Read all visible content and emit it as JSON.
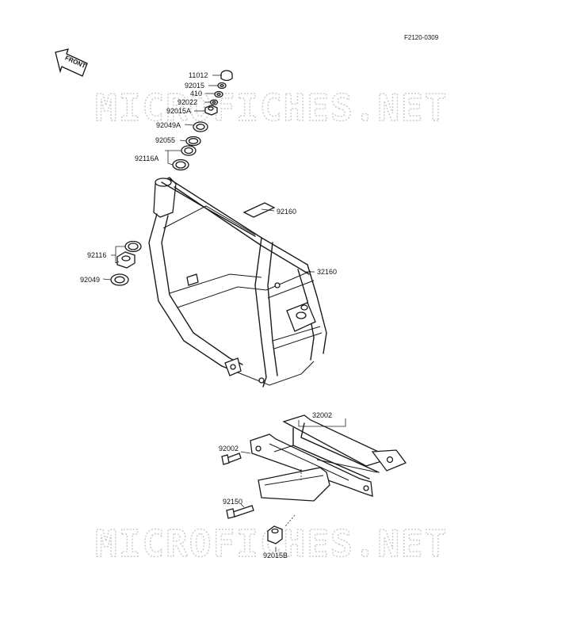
{
  "reference_code": "F2120-0309",
  "front_label": "FRONT",
  "watermarks": [
    "MICROFICHES.NET",
    "MICROFICHES.NET"
  ],
  "callouts": [
    {
      "id": "c-11012",
      "text": "11012"
    },
    {
      "id": "c-92015",
      "text": "92015"
    },
    {
      "id": "c-410",
      "text": "410"
    },
    {
      "id": "c-92022",
      "text": "92022"
    },
    {
      "id": "c-92015A",
      "text": "92015A"
    },
    {
      "id": "c-92049A",
      "text": "92049A"
    },
    {
      "id": "c-92055",
      "text": "92055"
    },
    {
      "id": "c-92116A",
      "text": "92116A"
    },
    {
      "id": "c-92160",
      "text": "92160"
    },
    {
      "id": "c-92116",
      "text": "92116"
    },
    {
      "id": "c-32160",
      "text": "32160"
    },
    {
      "id": "c-92049",
      "text": "92049"
    },
    {
      "id": "c-32002",
      "text": "32002"
    },
    {
      "id": "c-92002",
      "text": "92002"
    },
    {
      "id": "c-92150",
      "text": "92150"
    },
    {
      "id": "c-92015B",
      "text": "92015B"
    }
  ]
}
